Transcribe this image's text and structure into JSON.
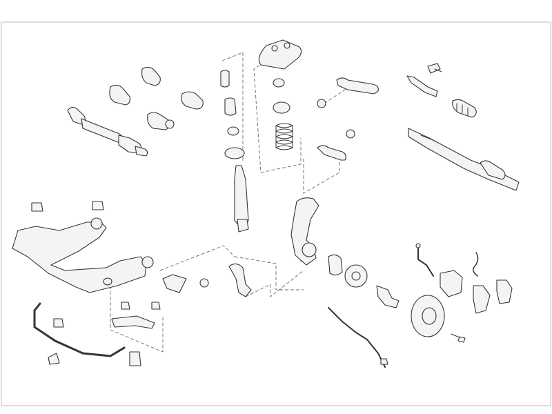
{
  "diagram": {
    "colors": {
      "line": "#333333",
      "fill": "#f4f4f4",
      "frame": "#bdbdbd",
      "background": "#ffffff"
    },
    "parts": [
      "drive-shaft",
      "cv-boot",
      "cv-joint",
      "strut-top-mount",
      "coil-spring",
      "shock-absorber",
      "control-arm-upper",
      "control-arm-upper-2",
      "tie-rod-end",
      "steering-boot",
      "steering-rack",
      "subframe",
      "subframe-bushing",
      "steering-knuckle",
      "wheel-hub",
      "wheel-bearing",
      "brake-disc",
      "brake-caliper",
      "brake-pads",
      "abs-sensor",
      "brake-hose",
      "stabilizer-bar",
      "stabilizer-link",
      "lower-control-arm",
      "ball-joint",
      "dust-shield"
    ]
  }
}
